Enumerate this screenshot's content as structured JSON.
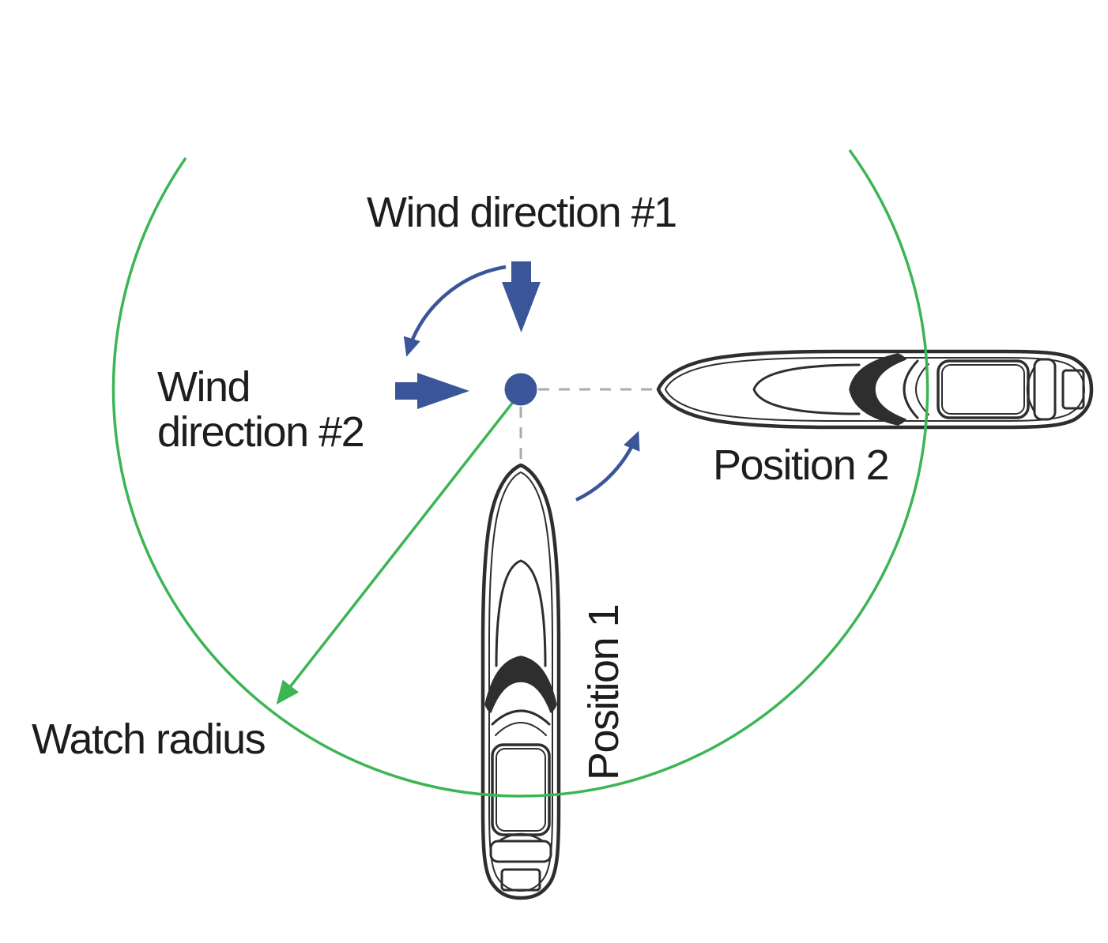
{
  "diagram": {
    "title_context": "Anchor watch radius diagram",
    "labels": {
      "wind1": "Wind direction #1",
      "wind2_line1": "Wind",
      "wind2_line2": "direction #2",
      "position1": "Position 1",
      "position2": "Position 2",
      "watch_radius": "Watch radius"
    },
    "colors": {
      "arrow_blue": "#3A5598",
      "circle_green": "#3CB554",
      "dash_gray": "#ABABAB",
      "boat_outline": "#2E2E2E",
      "text": "#1D1D1D",
      "background": "#FFFFFF"
    }
  }
}
